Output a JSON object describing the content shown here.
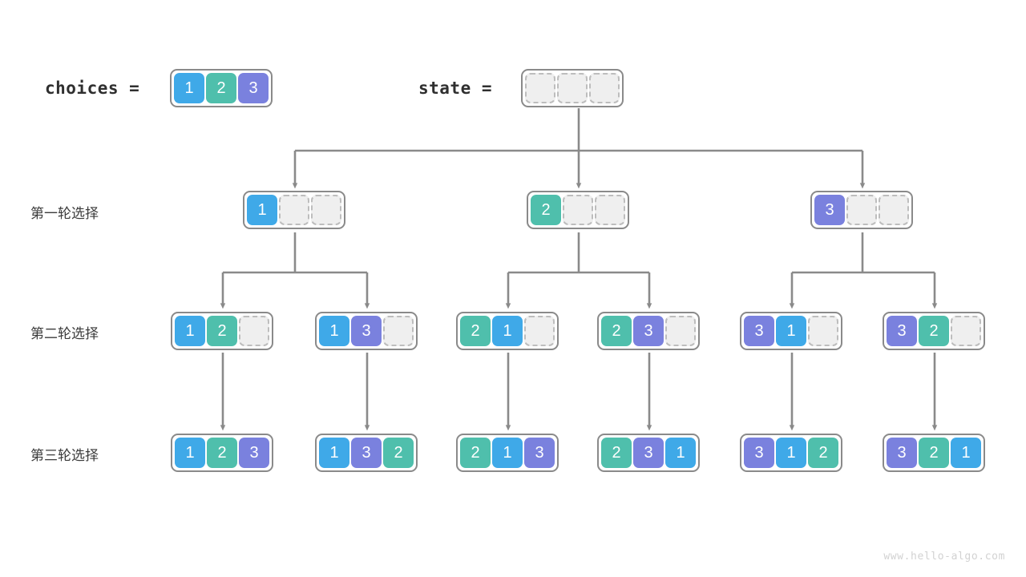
{
  "watermark": "www.hello-algo.com",
  "palette": {
    "value_1": "#3fa9e8",
    "value_2": "#4fbfac",
    "value_3": "#7a81de",
    "empty_fill": "#efefef",
    "empty_border": "#bdbdbd",
    "node_border": "#8a8a8a",
    "connector": "#8a8a8a",
    "text": "#3b3b3b",
    "watermark_color": "#d2d2d2"
  },
  "header": {
    "choices_label": "choices  =",
    "choices_values": [
      "1",
      "2",
      "3"
    ],
    "state_label": "state  =",
    "state_values": [
      "",
      "",
      ""
    ]
  },
  "row_labels": [
    "第一轮选择",
    "第二轮选择",
    "第三轮选择"
  ],
  "levels": [
    {
      "name": "round-1",
      "nodes": [
        {
          "cells": [
            "1",
            "",
            ""
          ]
        },
        {
          "cells": [
            "2",
            "",
            ""
          ]
        },
        {
          "cells": [
            "3",
            "",
            ""
          ]
        }
      ]
    },
    {
      "name": "round-2",
      "nodes": [
        {
          "cells": [
            "1",
            "2",
            ""
          ]
        },
        {
          "cells": [
            "1",
            "3",
            ""
          ]
        },
        {
          "cells": [
            "2",
            "1",
            ""
          ]
        },
        {
          "cells": [
            "2",
            "3",
            ""
          ]
        },
        {
          "cells": [
            "3",
            "1",
            ""
          ]
        },
        {
          "cells": [
            "3",
            "2",
            ""
          ]
        }
      ]
    },
    {
      "name": "round-3",
      "nodes": [
        {
          "cells": [
            "1",
            "2",
            "3"
          ]
        },
        {
          "cells": [
            "1",
            "3",
            "2"
          ]
        },
        {
          "cells": [
            "2",
            "1",
            "3"
          ]
        },
        {
          "cells": [
            "2",
            "3",
            "1"
          ]
        },
        {
          "cells": [
            "3",
            "1",
            "2"
          ]
        },
        {
          "cells": [
            "3",
            "2",
            "1"
          ]
        }
      ]
    }
  ]
}
